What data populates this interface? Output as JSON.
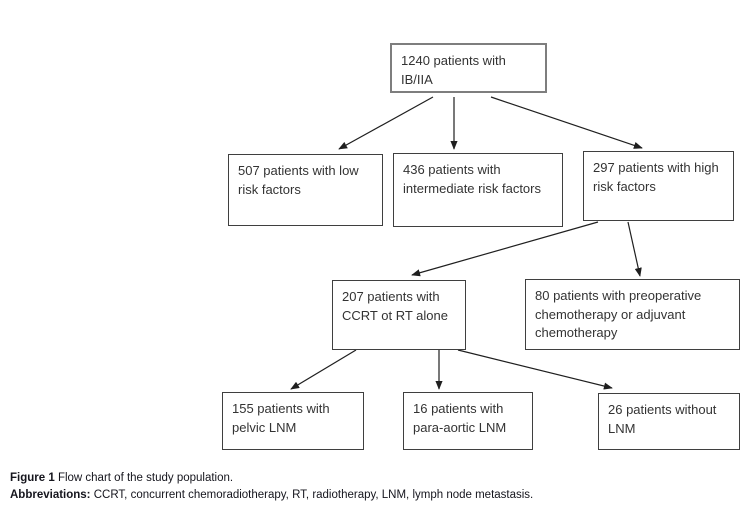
{
  "nodes": [
    {
      "id": "root",
      "text": "1240 patients with IB/IIA"
    },
    {
      "id": "low-risk",
      "text": "507 patients with low risk factors"
    },
    {
      "id": "intermediate",
      "text": "436 patients with intermediate risk factors"
    },
    {
      "id": "high-risk",
      "text": "297 patients with high risk factors"
    },
    {
      "id": "ccrt-rt",
      "text": "207 patients with CCRT ot RT alone"
    },
    {
      "id": "preop-chemo",
      "text": "80 patients with preoperative chemotherapy or adjuvant chemotherapy"
    },
    {
      "id": "pelvic-lnm",
      "text": "155 patients with pelvic LNM"
    },
    {
      "id": "para-aortic",
      "text": "16 patients with para-aortic LNM"
    },
    {
      "id": "no-lnm",
      "text": "26 patients without LNM"
    }
  ],
  "edges": [
    {
      "from": "root",
      "to": "low-risk"
    },
    {
      "from": "root",
      "to": "intermediate"
    },
    {
      "from": "root",
      "to": "high-risk"
    },
    {
      "from": "high-risk",
      "to": "ccrt-rt"
    },
    {
      "from": "high-risk",
      "to": "preop-chemo"
    },
    {
      "from": "ccrt-rt",
      "to": "pelvic-lnm"
    },
    {
      "from": "ccrt-rt",
      "to": "para-aortic"
    },
    {
      "from": "ccrt-rt",
      "to": "no-lnm"
    }
  ],
  "figure": {
    "caption_label": "Figure 1",
    "caption_text": "Flow chart of the study population.",
    "abbreviations_label": "Abbreviations:",
    "abbreviations_text": "CCRT, concurrent chemoradiotherapy, RT, radiotherapy, LNM, lymph node metastasis."
  },
  "colors": {
    "box_border": "#3f3f3f",
    "root_box_border": "#7e7e7e",
    "text": "#333333",
    "arrow": "#1f1f1f",
    "background": "#ffffff"
  }
}
